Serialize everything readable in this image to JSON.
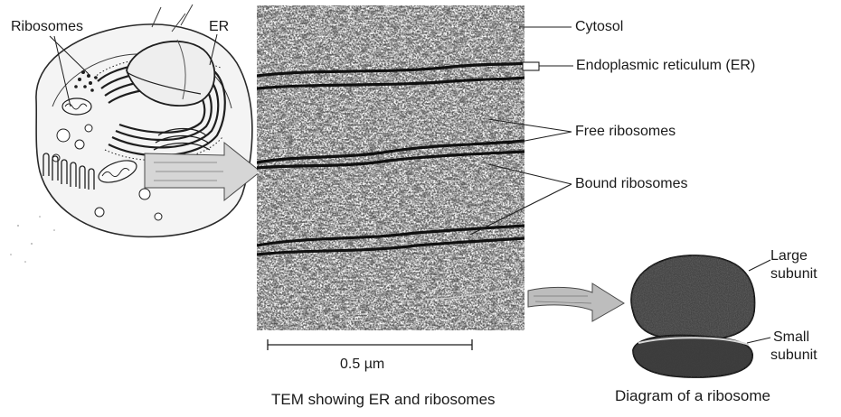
{
  "labels": {
    "ribosomes": "Ribosomes",
    "er": "ER",
    "cytosol": "Cytosol",
    "endoplasmic_reticulum": "Endoplasmic reticulum (ER)",
    "free_ribosomes": "Free ribosomes",
    "bound_ribosomes": "Bound ribosomes",
    "large_subunit_line1": "Large",
    "large_subunit_line2": "subunit",
    "small_subunit_line1": "Small",
    "small_subunit_line2": "subunit",
    "scale": "0.5 µm"
  },
  "captions": {
    "tem": "TEM showing ER and ribosomes",
    "diagram": "Diagram of a ribosome"
  }
}
